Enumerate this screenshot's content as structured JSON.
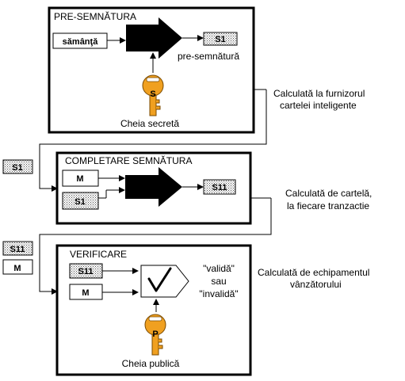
{
  "stage1": {
    "title": "PRE-SEMNĂTURA",
    "input": "sămânţă",
    "output": "S1",
    "output_caption": "pre-semnătură",
    "key_letter": "S",
    "key_caption": "Cheia secretă"
  },
  "stage2": {
    "title": "COMPLETARE SEMNĂTURA",
    "input_m": "M",
    "input_s1": "S1",
    "output": "S11",
    "incoming": "S1"
  },
  "stage3": {
    "title": "VERIFICARE",
    "input_s11": "S11",
    "input_m": "M",
    "result_line1": "\"validă\"",
    "result_line2": "sau",
    "result_line3": "\"invalidă\"",
    "key_letter": "P",
    "key_caption": "Cheia publică",
    "incoming_s11": "S11",
    "incoming_m": "M"
  },
  "notes": {
    "n1_line1": "Calculată la furnizorul",
    "n1_line2": "cartelei inteligente",
    "n2_line1": "Calculată de cartelă,",
    "n2_line2": "la fiecare tranzactie",
    "n3_line1": "Calculată de echipamentul",
    "n3_line2": "vânzătorului"
  },
  "colors": {
    "key": "#f0a020",
    "hatch": "#bdbdbd"
  }
}
